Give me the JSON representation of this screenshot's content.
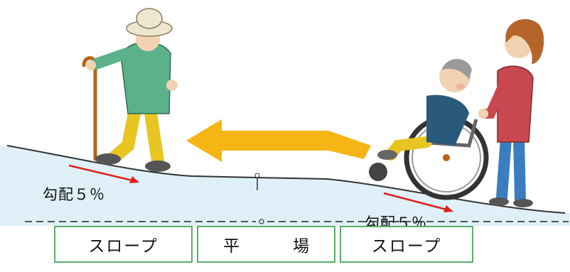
{
  "labels": {
    "grade_left": "勾配５％",
    "grade_right": "勾配５％"
  },
  "zones": {
    "left": "スロープ",
    "center": "平　場",
    "right": "スロープ"
  },
  "colors": {
    "arrow": "#f5b515",
    "grade_arrow": "#e0201c",
    "zone_border": "#58b06a",
    "ground_fill": "#dceef7"
  },
  "icons": {
    "walker": "elderly-man-with-cane",
    "wheelchair": "wheelchair-user",
    "caregiver": "caregiver"
  }
}
